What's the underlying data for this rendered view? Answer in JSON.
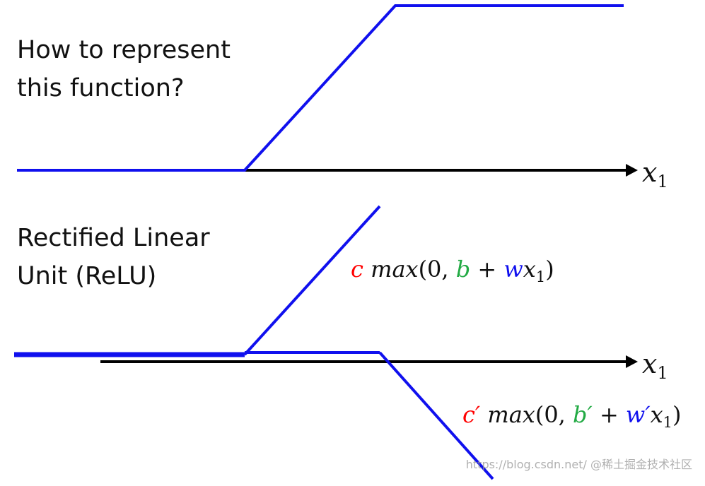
{
  "colors": {
    "curve": "#1010ee",
    "axis": "#000000",
    "coef_c": "#ff0000",
    "coef_b": "#22aa44",
    "coef_w": "#1010ee",
    "text": "#111111"
  },
  "top_panel": {
    "question_line1": "How to represent",
    "question_line2": "this function?",
    "axis_label": {
      "base": "x",
      "sub": "1"
    }
  },
  "bottom_panel": {
    "title_line1": "Rectified Linear",
    "title_line2": "Unit (ReLU)",
    "axis_label": {
      "base": "x",
      "sub": "1"
    },
    "formula_1": {
      "c": "c",
      "fn": "max",
      "open": "(0, ",
      "b": "b",
      "plus": " + ",
      "w": "w",
      "x": "x",
      "sub": "1",
      "close": ")"
    },
    "formula_2": {
      "c": "c′",
      "fn": "max",
      "open": "(0, ",
      "b": "b′",
      "plus": " + ",
      "w": "w′",
      "x": "x",
      "sub": "1",
      "close": ")"
    }
  },
  "watermark": "https://blog.csdn.net/ @稀土掘金技术社区"
}
